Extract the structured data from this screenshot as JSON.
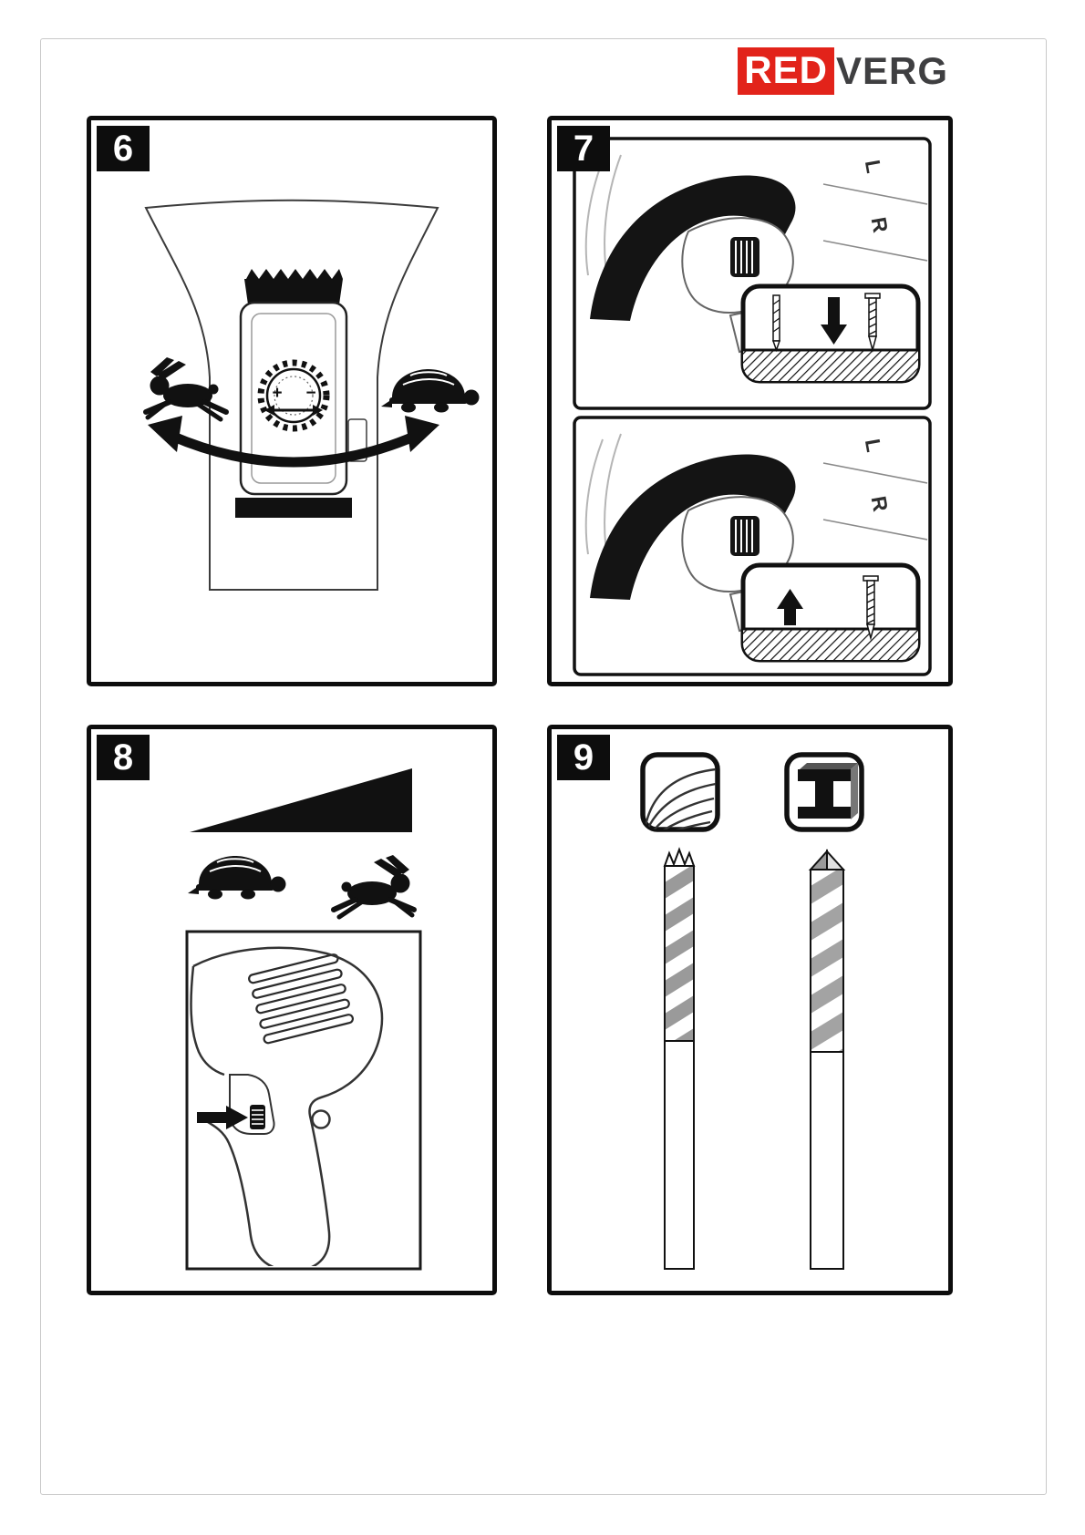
{
  "brand": {
    "red_text": "RED",
    "verg_text": "VERG"
  },
  "panels": {
    "p6": {
      "number": "6",
      "plus_label": "+",
      "minus_label": "−"
    },
    "p7": {
      "number": "7",
      "left_label": "L",
      "right_label": "R"
    },
    "p8": {
      "number": "8"
    },
    "p9": {
      "number": "9"
    }
  },
  "colors": {
    "brand_red": "#e2231a",
    "brand_dark": "#3f3f41",
    "ink": "#111111",
    "flute_gray": "#9a9a9a"
  },
  "icons": {
    "p6": [
      "rabbit-icon",
      "turtle-icon",
      "speed-dial-icon",
      "rotate-arrow-icon",
      "drill-top-outline"
    ],
    "p7": [
      "drill-rear-silhouette",
      "screwdriving-down-icon",
      "screwdriving-up-icon",
      "arrow-down-icon",
      "arrow-up-icon",
      "screw-icon",
      "drill-bit-icon"
    ],
    "p8": [
      "torque-ramp-icon",
      "turtle-icon",
      "rabbit-icon",
      "drill-side-view",
      "speed-wheel-icon",
      "arrow-right-icon",
      "lock-button"
    ],
    "p9": [
      "wood-material-icon",
      "steel-beam-icon",
      "wood-drill-bit",
      "metal-drill-bit"
    ]
  }
}
